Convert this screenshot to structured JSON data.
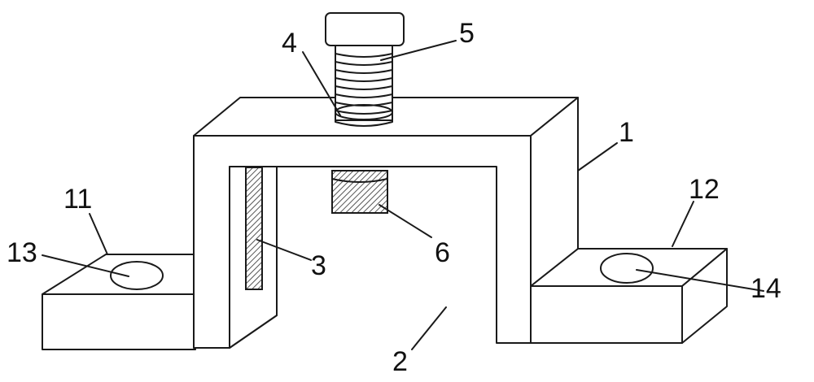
{
  "labels": {
    "clamp_body": "1",
    "opening": "2",
    "side_strip": "3",
    "threaded_hole": "4",
    "bolt": "5",
    "pressure_pad": "6",
    "left_foot": "11",
    "right_foot": "12",
    "left_hole": "13",
    "right_hole": "14"
  },
  "colors": {
    "line": "#1a1a1a",
    "hatch": "#555555",
    "background": "#ffffff"
  }
}
